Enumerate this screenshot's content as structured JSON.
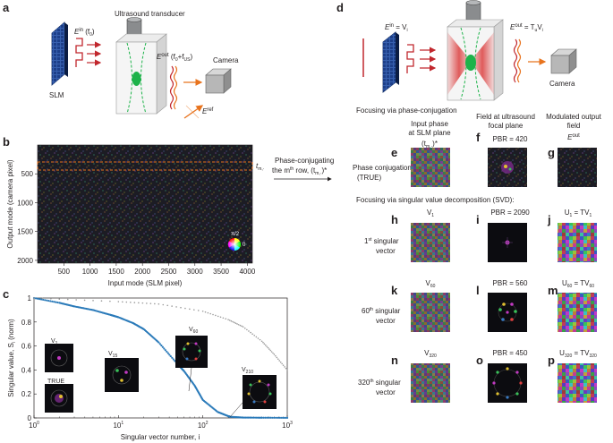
{
  "panel_labels": [
    "a",
    "b",
    "c",
    "d",
    "e",
    "f",
    "g",
    "h",
    "i",
    "j",
    "k",
    "l",
    "m",
    "n",
    "o",
    "p"
  ],
  "panel_a": {
    "transducer": "Ultrasound transducer",
    "ein": "E",
    "ein_sup": "in",
    "ein_arg": "(f",
    "ein_arg_sub": "0",
    "ein_arg_end": ")",
    "eout": "E",
    "eout_sup": "out",
    "eout_arg": "(f",
    "eout_arg_sub": "0",
    "eout_arg_mid": "+f",
    "eout_arg_sub2": "US",
    "eout_arg_end": ")",
    "camera": "Camera",
    "slm": "SLM",
    "eref": "E",
    "eref_sup": "ref"
  },
  "panel_b": {
    "ylabel": "Output mode (camera pixel)",
    "xlabel": "Input mode (SLM pixel)",
    "yticks": [
      "500",
      "1000",
      "1500",
      "2000"
    ],
    "xticks": [
      "500",
      "1000",
      "1500",
      "2000",
      "2500",
      "3000",
      "3500",
      "4000"
    ],
    "row_label": "t",
    "row_label_sub": "m,·",
    "colorwheel_top": "π/2",
    "colorwheel_right": "0"
  },
  "arrow_text_1": "Phase-conjugating",
  "arrow_text_2a": "the m",
  "arrow_text_2sup": "th",
  "arrow_text_2b": " row, (t",
  "arrow_text_2sub": "m,·",
  "arrow_text_2c": ")*",
  "panel_c": {
    "ylabel_a": "Singular value, S",
    "ylabel_sub": "i",
    "ylabel_b": " (norm)",
    "xlabel": "Singular vector number, i",
    "yticks": [
      "0",
      "0.2",
      "0.4",
      "0.6",
      "0.8",
      "1"
    ],
    "xtick_base": "10",
    "xtick_exps": [
      "0",
      "1",
      "2",
      "3"
    ],
    "inset_v1": "V",
    "inset_v1_sub": "1",
    "inset_true": "TRUE",
    "inset_v15": "V",
    "inset_v15_sub": "15",
    "inset_v60": "V",
    "inset_v60_sub": "60",
    "inset_v210": "V",
    "inset_v210_sub": "210"
  },
  "panel_d": {
    "ein": "E",
    "ein_sup": "in",
    "ein_eq": " = V",
    "ein_sub": "i",
    "eout": "E",
    "eout_sup": "out",
    "eout_eq": " = T",
    "eout_sub": "u",
    "eout_tail": "V",
    "eout_tail_sub": "i",
    "camera": "Camera"
  },
  "section1_title": "Focusing via phase-conjugation",
  "col_headers": {
    "c1": [
      "Input phase",
      "at SLM plane"
    ],
    "c1_formula": "(t",
    "c1_formula_sub": "m,·",
    "c1_formula_end": ")*",
    "c2": [
      "Field at ultrasound",
      "focal plane"
    ],
    "c3": [
      "Modulated output",
      "field"
    ],
    "c3_formula": "E",
    "c3_formula_sup": "out"
  },
  "row_pc": {
    "label": [
      "Phase conjugation",
      "(TRUE)"
    ],
    "pbr": "PBR = 420"
  },
  "section2_title": "Focusing via singular value decomposition (SVD):",
  "row_1": {
    "label_pre": "1",
    "label_sup": "st",
    "label_post": " singular",
    "label2": "vector",
    "v": "V",
    "v_sub": "1",
    "pbr": "PBR = 2090",
    "u": "U",
    "u_sub": "1",
    "u_eq": " = TV",
    "u_sub2": "1"
  },
  "row_60": {
    "label_pre": "60",
    "label_sup": "th",
    "label_post": " singular",
    "label2": "vector",
    "v": "V",
    "v_sub": "60",
    "pbr": "PBR = 560",
    "u": "U",
    "u_sub": "60",
    "u_eq": " = TV",
    "u_sub2": "60"
  },
  "row_320": {
    "label_pre": "320",
    "label_sup": "th",
    "label_post": " singular",
    "label2": "vector",
    "v": "V",
    "v_sub": "320",
    "pbr": "PBR = 450",
    "u": "U",
    "u_sub": "320",
    "u_eq": " = TV",
    "u_sub2": "320"
  },
  "chart_data": {
    "type": "scatter",
    "title": "",
    "xlabel": "Singular vector number, i",
    "ylabel": "Singular value, S_i (norm)",
    "xscale": "log",
    "xlim": [
      1,
      1000
    ],
    "ylim": [
      0,
      1
    ],
    "series": [
      {
        "x": [
          1,
          2,
          3,
          5,
          8,
          10,
          15,
          20,
          30,
          50,
          60,
          80,
          100,
          150,
          200,
          210,
          300,
          500,
          1000
        ],
        "values": [
          1.0,
          0.96,
          0.93,
          0.9,
          0.86,
          0.84,
          0.79,
          0.74,
          0.63,
          0.45,
          0.39,
          0.27,
          0.15,
          0.05,
          0.015,
          0.01,
          0.003,
          0.002,
          0.001
        ],
        "color": "#2a7ab9"
      },
      {
        "x": [
          1,
          10,
          30,
          100,
          200,
          300,
          500,
          700,
          1000
        ],
        "values": [
          1.0,
          0.97,
          0.95,
          0.89,
          0.82,
          0.76,
          0.64,
          0.53,
          0.4
        ],
        "color": "#9a9a9a"
      }
    ],
    "grid": false
  },
  "colors": {
    "orange": "#e8731d",
    "red": "#c1272d",
    "green": "#1db34a",
    "slm_blue": "#1f4fa0",
    "blue": "#2a7ab9",
    "gray": "#9a9a9a"
  }
}
